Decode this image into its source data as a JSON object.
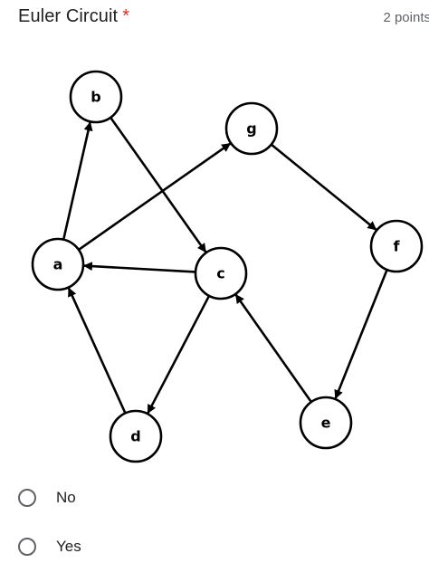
{
  "question": {
    "title": "Euler Circuit",
    "required_mark": "*",
    "points": "2 points"
  },
  "graph": {
    "nodes": [
      {
        "id": "b",
        "label": "b"
      },
      {
        "id": "g",
        "label": "g"
      },
      {
        "id": "a",
        "label": "a"
      },
      {
        "id": "c",
        "label": "c"
      },
      {
        "id": "f",
        "label": "f"
      },
      {
        "id": "d",
        "label": "d"
      },
      {
        "id": "e",
        "label": "e"
      }
    ],
    "edges": [
      {
        "from": "a",
        "to": "b"
      },
      {
        "from": "b",
        "to": "c"
      },
      {
        "from": "a",
        "to": "g"
      },
      {
        "from": "g",
        "to": "f"
      },
      {
        "from": "c",
        "to": "a"
      },
      {
        "from": "c",
        "to": "d"
      },
      {
        "from": "d",
        "to": "a"
      },
      {
        "from": "f",
        "to": "e"
      },
      {
        "from": "e",
        "to": "c"
      }
    ]
  },
  "options": [
    {
      "label": "No",
      "selected": false
    },
    {
      "label": "Yes",
      "selected": false
    }
  ],
  "colors": {
    "text": "#202124",
    "secondary_text": "#5f6368",
    "required": "#d93025",
    "graph_ink": "#000000"
  },
  "icons": {
    "radio": "radio-unchecked-icon"
  }
}
